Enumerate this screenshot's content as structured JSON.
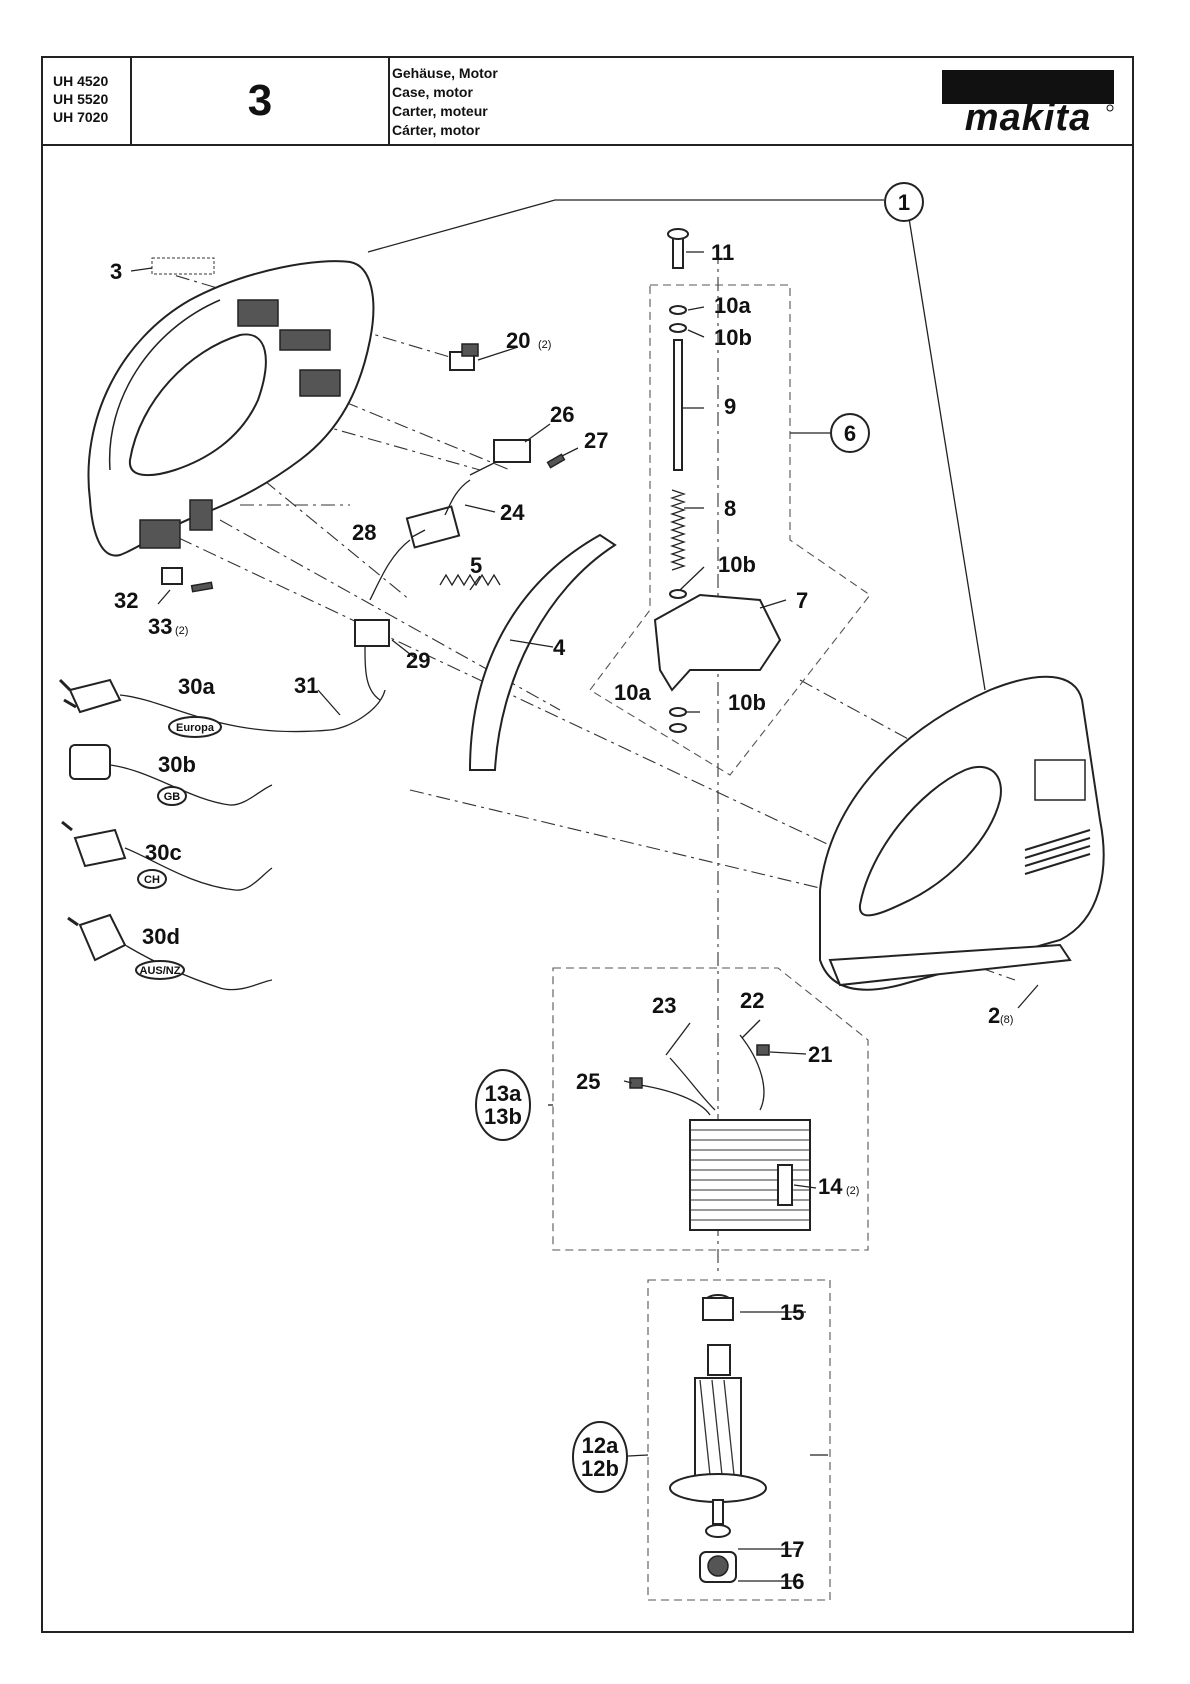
{
  "header": {
    "models": [
      "UH 4520",
      "UH 5520",
      "UH 7020"
    ],
    "page_number": "3",
    "titles": [
      "Gehäuse, Motor",
      "Case, motor",
      "Carter, moteur",
      "Cárter, motor"
    ],
    "brand": "makita"
  },
  "callouts": {
    "c1": "1",
    "c2": "2",
    "c2_qty": "(8)",
    "c3": "3",
    "c4": "4",
    "c5": "5",
    "c6": "6",
    "c7": "7",
    "c8": "8",
    "c9": "9",
    "c10a_top": "10a",
    "c10b_top": "10b",
    "c10b_mid": "10b",
    "c10a_bot": "10a",
    "c10b_bot": "10b",
    "c11": "11",
    "c12a": "12a",
    "c12b": "12b",
    "c13a": "13a",
    "c13b": "13b",
    "c14": "14",
    "c14_qty": "(2)",
    "c15": "15",
    "c16": "16",
    "c17": "17",
    "c20": "20",
    "c20_qty": "(2)",
    "c21": "21",
    "c22": "22",
    "c23": "23",
    "c24": "24",
    "c25": "25",
    "c26": "26",
    "c27": "27",
    "c28": "28",
    "c29": "29",
    "c30a": "30a",
    "c30b": "30b",
    "c30c": "30c",
    "c30d": "30d",
    "c31": "31",
    "c32": "32",
    "c33": "33",
    "c33_qty": "(2)"
  },
  "plug_tags": {
    "europa": "Europa",
    "gb": "GB",
    "ch": "CH",
    "aus_nz": "AUS/NZ"
  },
  "colors": {
    "ink": "#111111",
    "background": "#ffffff"
  }
}
